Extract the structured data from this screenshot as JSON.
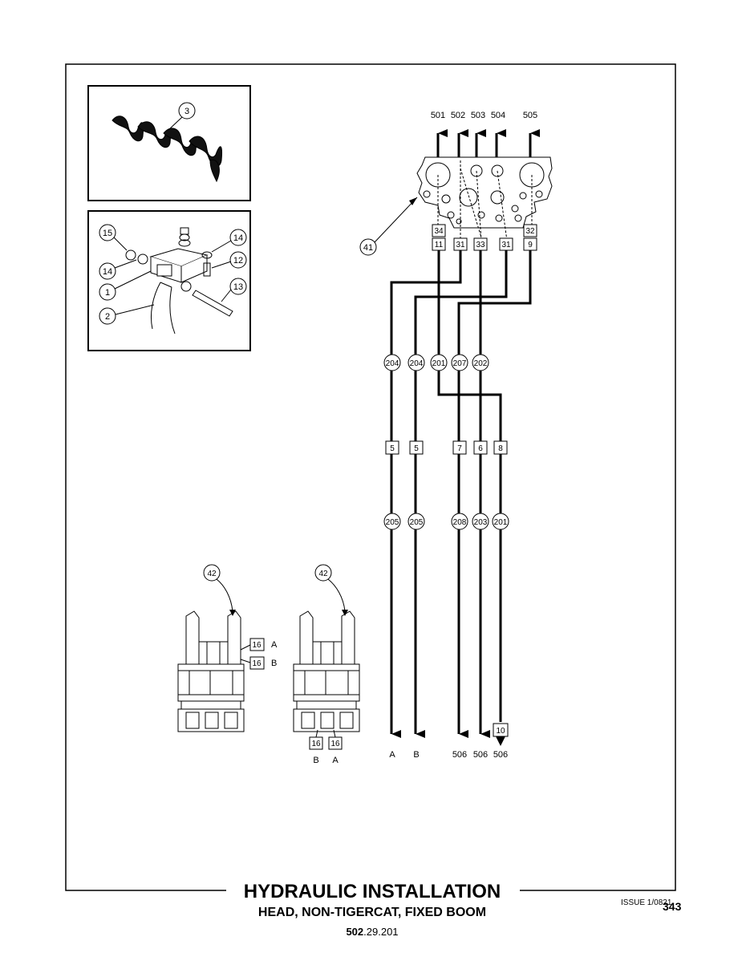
{
  "title": "HYDRAULIC INSTALLATION",
  "subtitle": "HEAD, NON-TIGERCAT, FIXED BOOM",
  "doc_number_bold": "502",
  "doc_number_rest": ".29.201",
  "issue": "ISSUE 1/0821",
  "page_number": "343",
  "valve": {
    "top_ports": [
      "501",
      "502",
      "503",
      "504",
      "505"
    ],
    "part_number": "41",
    "fitting_labels": [
      "34",
      "11",
      "31",
      "33",
      "31",
      "32",
      "9"
    ]
  },
  "inset_top": {
    "callout": "3"
  },
  "inset_bracket": {
    "callouts": [
      "15",
      "14",
      "1",
      "2",
      "14",
      "12",
      "13"
    ]
  },
  "hose_callouts_upper": [
    "204",
    "204",
    "201",
    "207",
    "202"
  ],
  "line_labels_mid": [
    "5",
    "5",
    "7",
    "6",
    "8"
  ],
  "hose_callouts_lower": [
    "205",
    "205",
    "208",
    "203",
    "201"
  ],
  "bottom_box": "10",
  "bottom_labels": [
    "A",
    "B",
    "506",
    "506",
    "506"
  ],
  "rotator": {
    "callout": "42",
    "box_label": "16",
    "side_labels": [
      "A",
      "B"
    ],
    "bottom_labels": [
      "B",
      "A"
    ]
  }
}
